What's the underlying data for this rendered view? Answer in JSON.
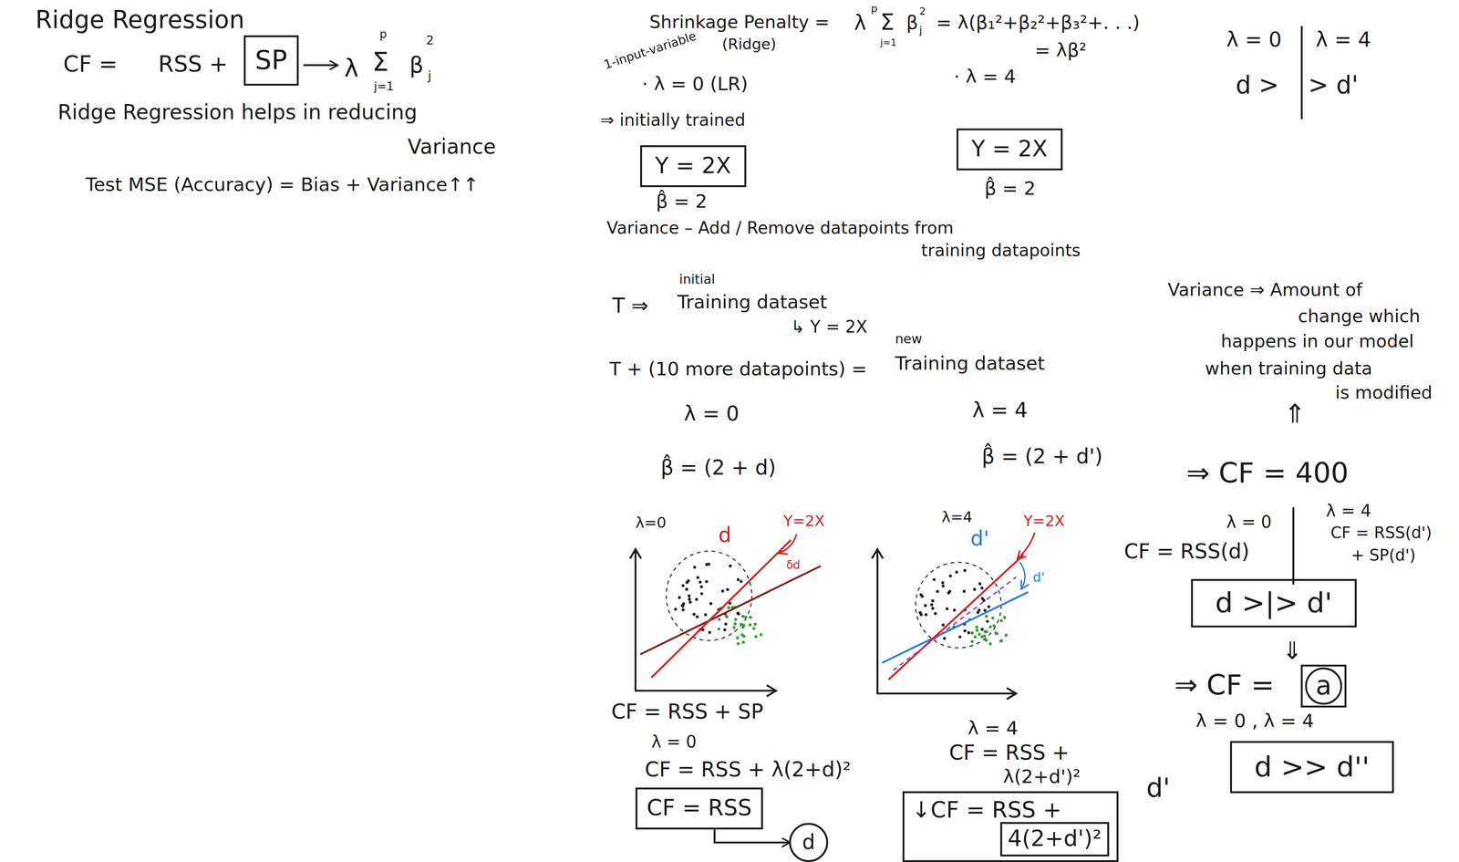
{
  "diagram": {
    "title": "Ridge Regression",
    "nodes": [
      {
        "text": [
          "SP"
        ]
      },
      {
        "text": [
          "Y = 2X"
        ]
      },
      {
        "text": [
          "Y = 2X"
        ]
      },
      {
        "text": [
          "CF = RSS"
        ]
      },
      {
        "text": [
          "d"
        ]
      },
      {
        "text": [
          "↓CF = RSS +"
        ]
      },
      {
        "text": [
          "4(2+d')²"
        ],
        "in": 5
      },
      {
        "text": [
          "d >|> d'"
        ]
      },
      {
        "text": [
          "a"
        ]
      },
      {
        "text": [
          "d >> d''"
        ]
      }
    ],
    "edges": [
      {
        "from": 3,
        "to": 4,
        "arrow": "to"
      }
    ],
    "labels": [
      "CF =",
      "RSS +",
      "λ",
      "p",
      "Σ",
      "j=1",
      "β",
      "2",
      "j",
      "Ridge Regression helps in reducing",
      "Variance",
      "Test MSE (Accuracy) = Bias + Variance↑↑",
      "Shrinkage Penalty =",
      "λ",
      "p",
      "Σ",
      "j=1",
      "β",
      "2",
      "j",
      "= λ(β₁²+β₂²+β₃²+. . .)",
      "= λβ²",
      "λ = 0",
      "λ = 4",
      "d >",
      "> d'",
      "1-input-variable",
      "(Ridge)",
      "· λ = 0 (LR)",
      "⇒ initially trained",
      "β̂ = 2",
      "· λ = 4",
      "β̂ = 2",
      "Variance – Add / Remove datapoints from",
      "training datapoints",
      "initial",
      "T ⇒",
      "Training dataset",
      "↳ Y = 2X",
      "new",
      "T + (10 more datapoints) =",
      "Training dataset",
      "λ = 0",
      "λ = 4",
      "β̂ = (2 + d)",
      "β̂ = (2 + d')",
      "λ=0",
      "d",
      "Y=2X",
      "δd",
      "λ=4",
      "d'",
      "Y=2X",
      "d'",
      "CF = RSS + SP",
      "λ = 0",
      "CF = RSS + λ(2+d)²",
      "λ = 4",
      "CF = RSS +",
      "λ(2+d')²",
      "d'",
      "Variance ⇒ Amount of",
      "change which",
      "happens in our model",
      "when training data",
      "is modified",
      "⇑",
      "⇒ CF = 400",
      "λ = 0",
      "λ = 4",
      "CF = RSS(d)",
      "CF = RSS(d')",
      "+ SP(d')",
      "⇓",
      "⇒ CF =",
      "λ = 0 , λ = 4"
    ]
  }
}
